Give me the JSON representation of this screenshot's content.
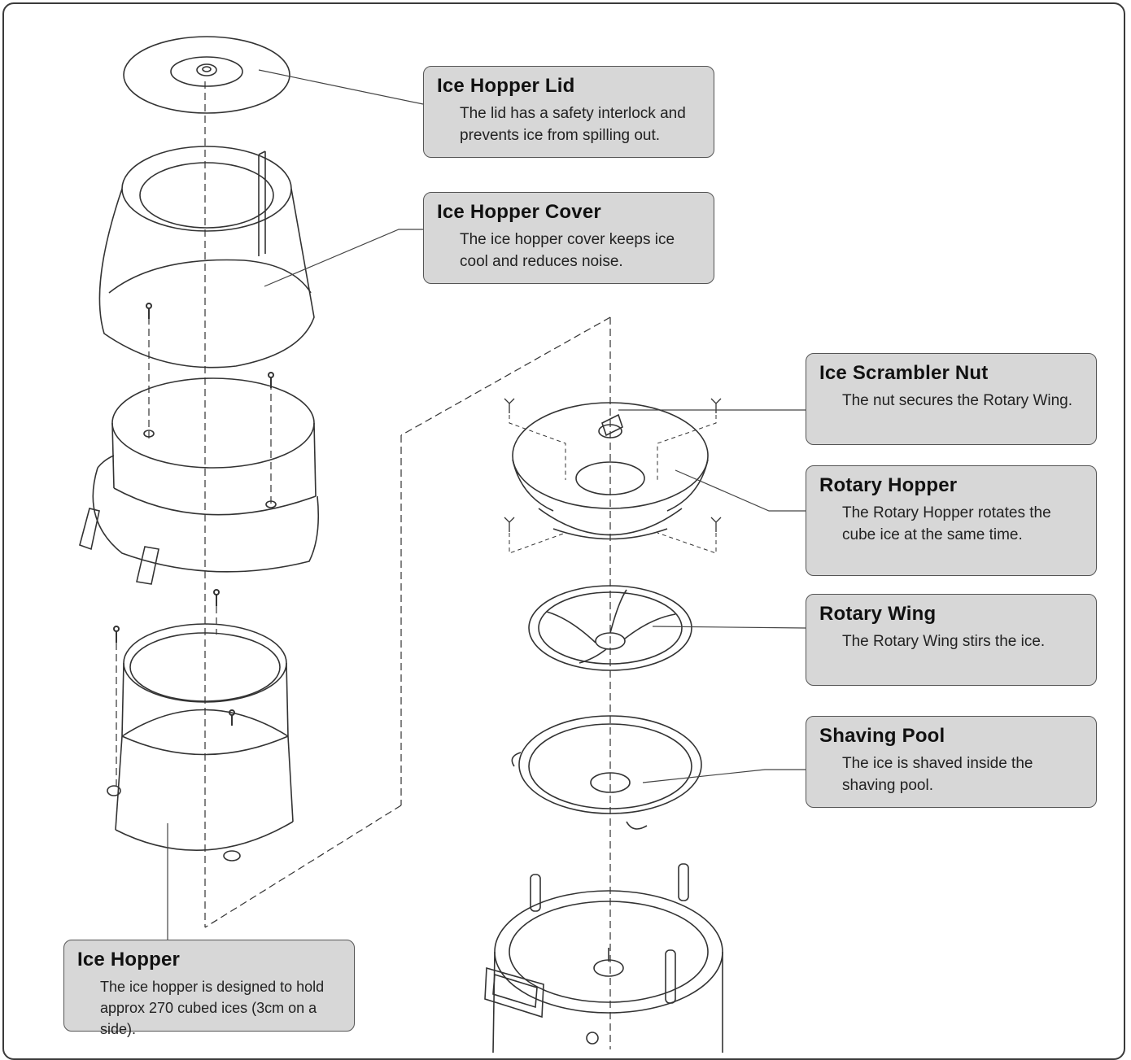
{
  "callouts": {
    "lid": {
      "title": "Ice Hopper Lid",
      "desc": "The lid has a safety interlock and prevents ice from spilling out."
    },
    "cover": {
      "title": "Ice Hopper Cover",
      "desc": "The ice hopper cover keeps ice cool and reduces noise."
    },
    "nut": {
      "title": "Ice Scrambler Nut",
      "desc": "The nut secures the Rotary Wing."
    },
    "rotary": {
      "title": "Rotary Hopper",
      "desc": "The Rotary Hopper rotates the cube ice at the same time."
    },
    "wing": {
      "title": "Rotary Wing",
      "desc": "The Rotary Wing stirs the ice."
    },
    "pool": {
      "title": "Shaving Pool",
      "desc": "The ice is shaved inside the shaving pool."
    },
    "hopper": {
      "title": "Ice Hopper",
      "desc": "The ice hopper is designed to hold approx 270 cubed ices (3cm on a side)."
    }
  },
  "colors": {
    "callout_bg": "#d7d7d7",
    "line": "#333333",
    "frame": "#3a3a3a"
  }
}
